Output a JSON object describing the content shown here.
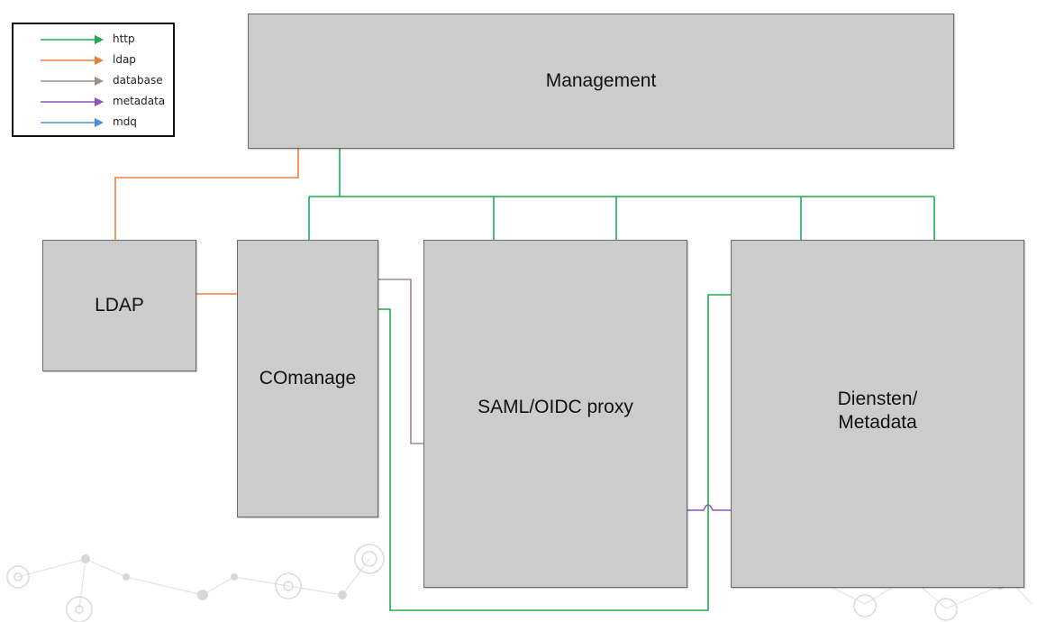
{
  "legend": {
    "items": [
      {
        "label": "http",
        "color": "#1fad4f"
      },
      {
        "label": "ldap",
        "color": "#e8803c"
      },
      {
        "label": "database",
        "color": "#a08f86"
      },
      {
        "label": "metadata",
        "color": "#8e55c0"
      },
      {
        "label": "mdq",
        "color": "#4a90d9"
      }
    ]
  },
  "nodes": {
    "management": "Management",
    "ldap": "LDAP",
    "comanage": "COmanage",
    "proxy": "SAML/OIDC proxy",
    "diensten": "Diensten/\nMetadata"
  },
  "colors": {
    "box_fill": "#cccccc",
    "http": "#1fad4f",
    "ldap": "#e8803c",
    "database": "#a08f86",
    "metadata": "#8e55c0"
  }
}
